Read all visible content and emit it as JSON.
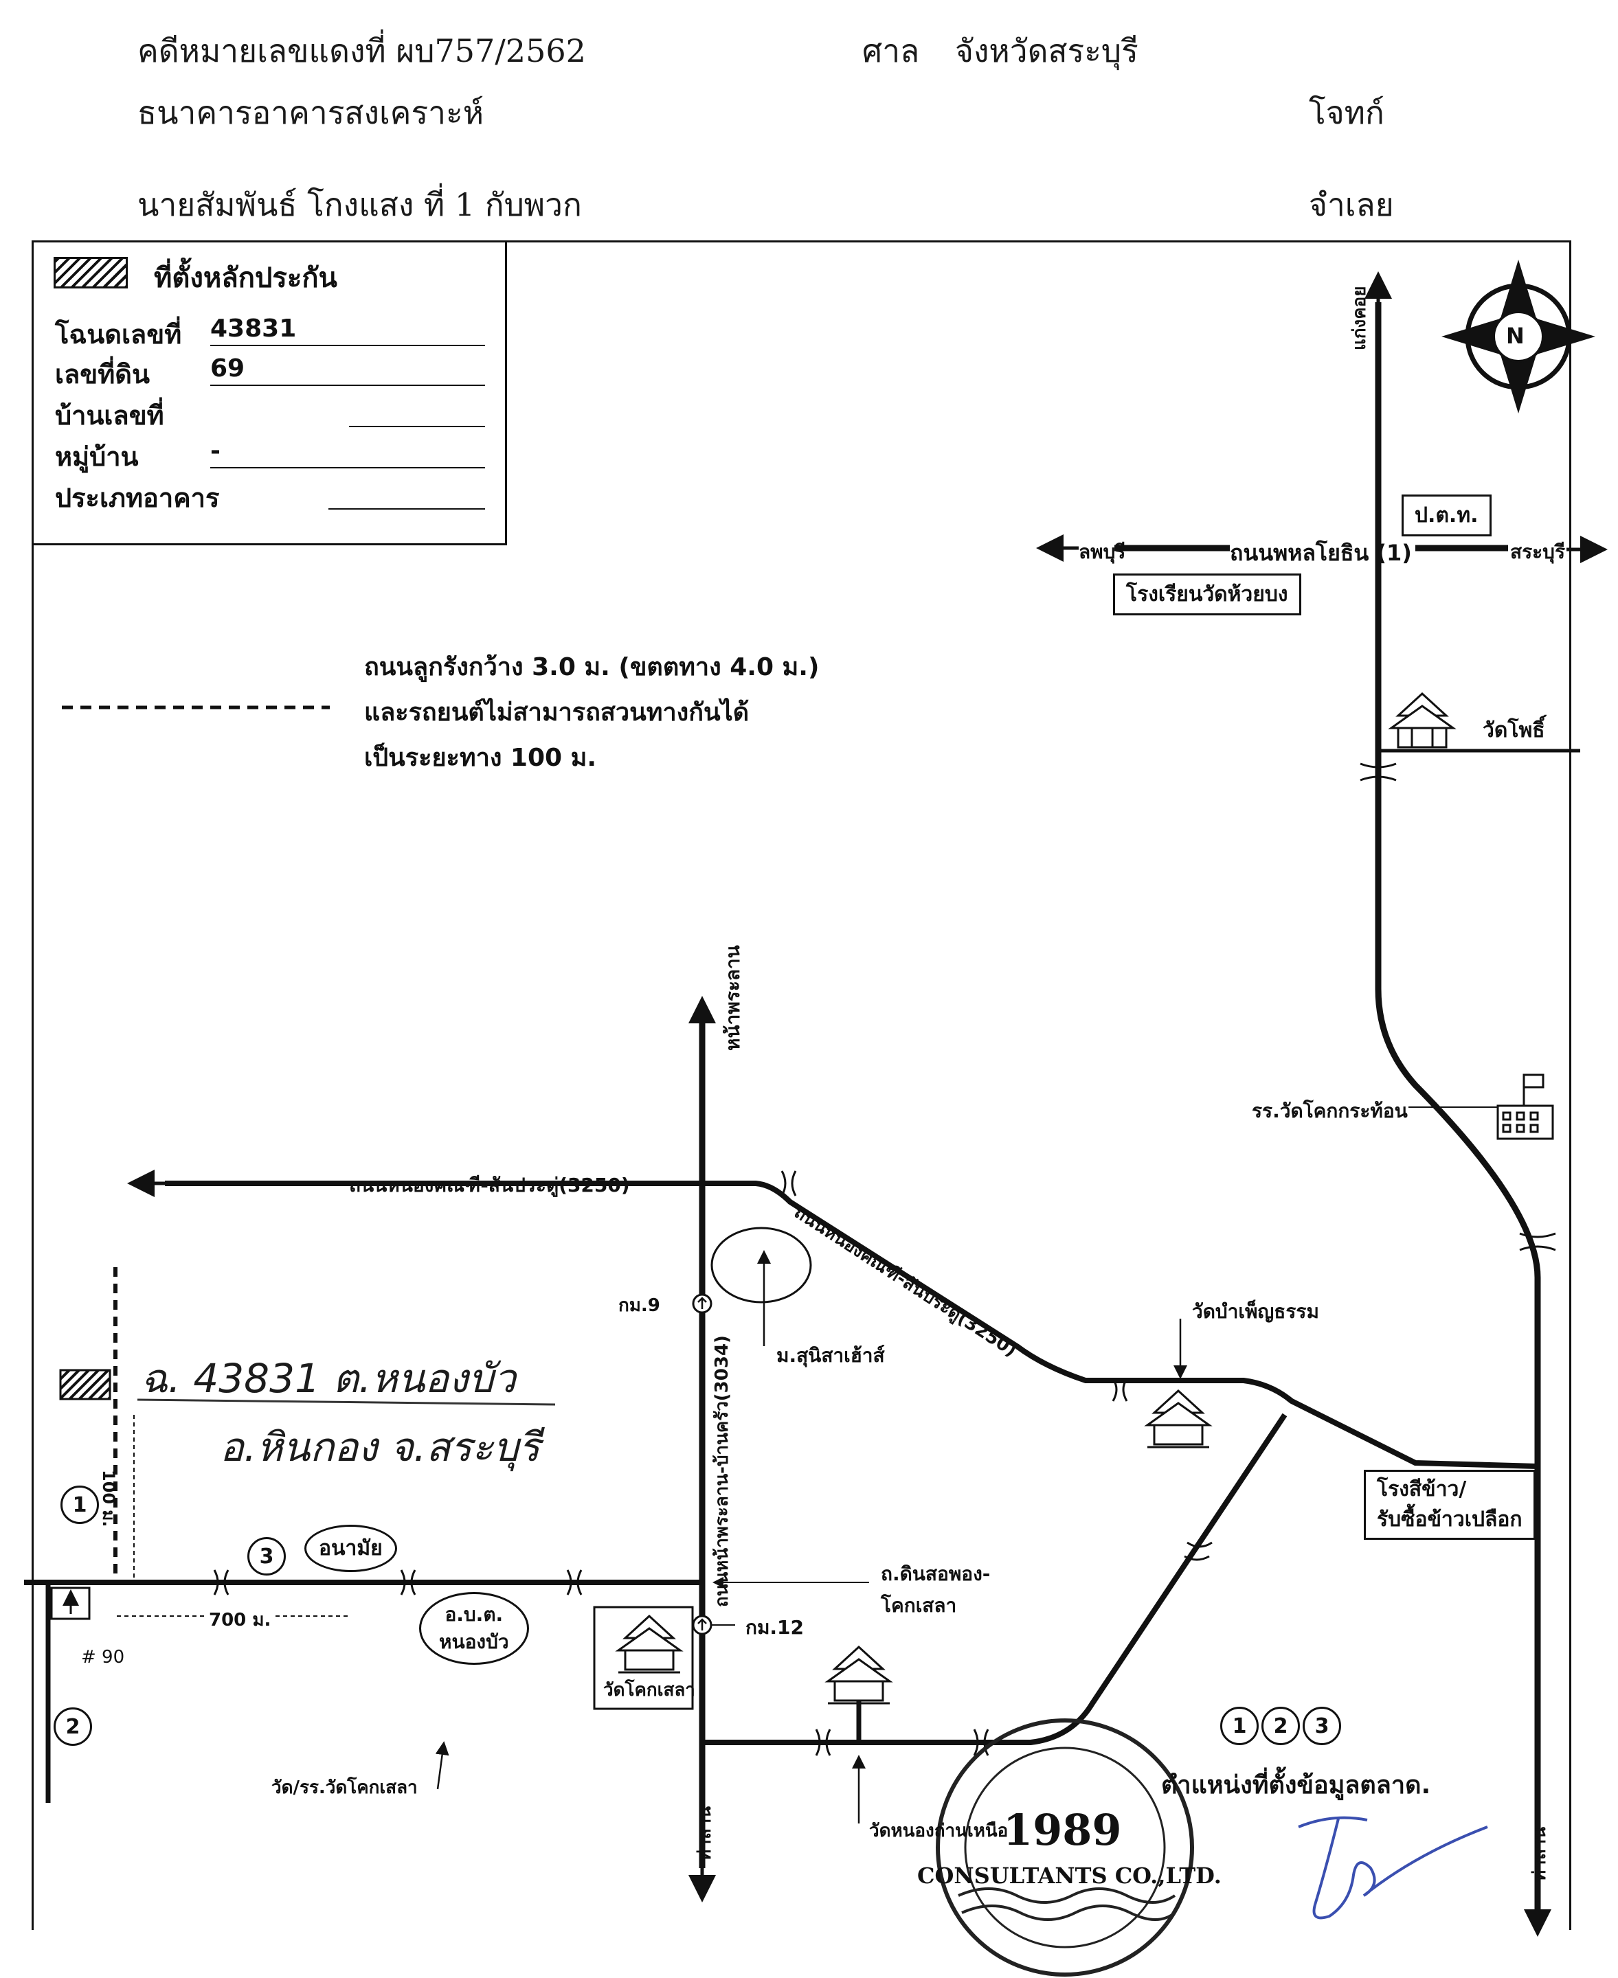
{
  "header": {
    "case_number": "คดีหมายเลขแดงที่  ผบ757/2562",
    "court_label": "ศาล",
    "court_name": "จังหวัดสระบุรี",
    "plaintiff_name": "ธนาคารอาคารสงเคราะห์",
    "plaintiff_role": "โจทก์",
    "defendant_name": "นายสัมพันธ์  โกงแสง ที่ 1 กับพวก",
    "defendant_role": "จำเลย"
  },
  "infobox": {
    "legend_label": "ที่ตั้งหลักประกัน",
    "rows": [
      {
        "label": "โฉนดเลขที่",
        "value": "43831"
      },
      {
        "label": "เลขที่ดิน",
        "value": "69"
      },
      {
        "label": "บ้านเลขที่",
        "value": ""
      },
      {
        "label": "หมู่บ้าน",
        "value": "-"
      },
      {
        "label": "ประเภทอาคาร",
        "value": ""
      }
    ]
  },
  "note": {
    "line1": "ถนนลูกรังกว้าง 3.0 ม. (ขตตทาง 4.0 ม.)",
    "line2": "และรถยนต์ไม่สามารถสวนทางกันได้",
    "line3": "เป็นระยะทาง 100 ม."
  },
  "map": {
    "compass": "N",
    "road_kaeng_khoi": "แก่งคอย",
    "post_office": "ป.ต.ท.",
    "lopburi": "ลพบุรี",
    "phahonyothin": "ถนนพหลโยธิน (1)",
    "saraburi": "สระบุรี",
    "school_huai_bong": "โรงเรียนวัดห้วยบง",
    "wat_pho": "วัดโพธิ์",
    "na_phra_lan_top": "หน้าพระลาน",
    "road_3250_west": "ถนนหนองคณฑี-สันประดู่(3250)",
    "road_3250_diag": "ถนนหนองคณฑี-สันประดู่(3250)",
    "school_khok_kratho": "รร.วัดโคกกระท้อน",
    "km9": "กม.9",
    "road_3034": "ถนนหน้าพระลาน-บ้านครัว(3034)",
    "university": "ม.สุนิสาเฮ้าส์",
    "wat_bam_phen": "วัดบำเพ็ญธรรม",
    "rice_mill_1": "โรงสีข้าว/",
    "rice_mill_2": "รับซื้อข้าวเปลือก",
    "din_so_phong_1": "ถ.ดินสอพอง-",
    "din_so_phong_2": "โคกเสลา",
    "km12": "กม.12",
    "anamai": "อนามัย",
    "obt_1": "อ.บ.ต.",
    "obt_2": "หนองบัว",
    "wat_khok_sela": "วัดโคกเสลา",
    "wat_school_khok_sela": "วัด/รร.วัดโคกเสลา",
    "wat_nong_sano": "วัดหนองถ่านเหนือ",
    "tha_lan_bottom": "ท่าลาน",
    "tha_lan_right": "ท่าลาน",
    "dist_100": "100 ม.",
    "dist_700": "700 ม.",
    "house_no": "# 90",
    "markers": [
      "1",
      "2",
      "3"
    ],
    "market_label": "ตำแหน่งที่ตั้งข้อมูลตลาด."
  },
  "handwriting": {
    "line1": "ฉ. 43831   ต.หนองบัว",
    "line2": "อ.หินกอง  จ.สระบุรี"
  },
  "stamp": {
    "year": "1989",
    "company": "CONSULTANTS CO.,LTD."
  }
}
